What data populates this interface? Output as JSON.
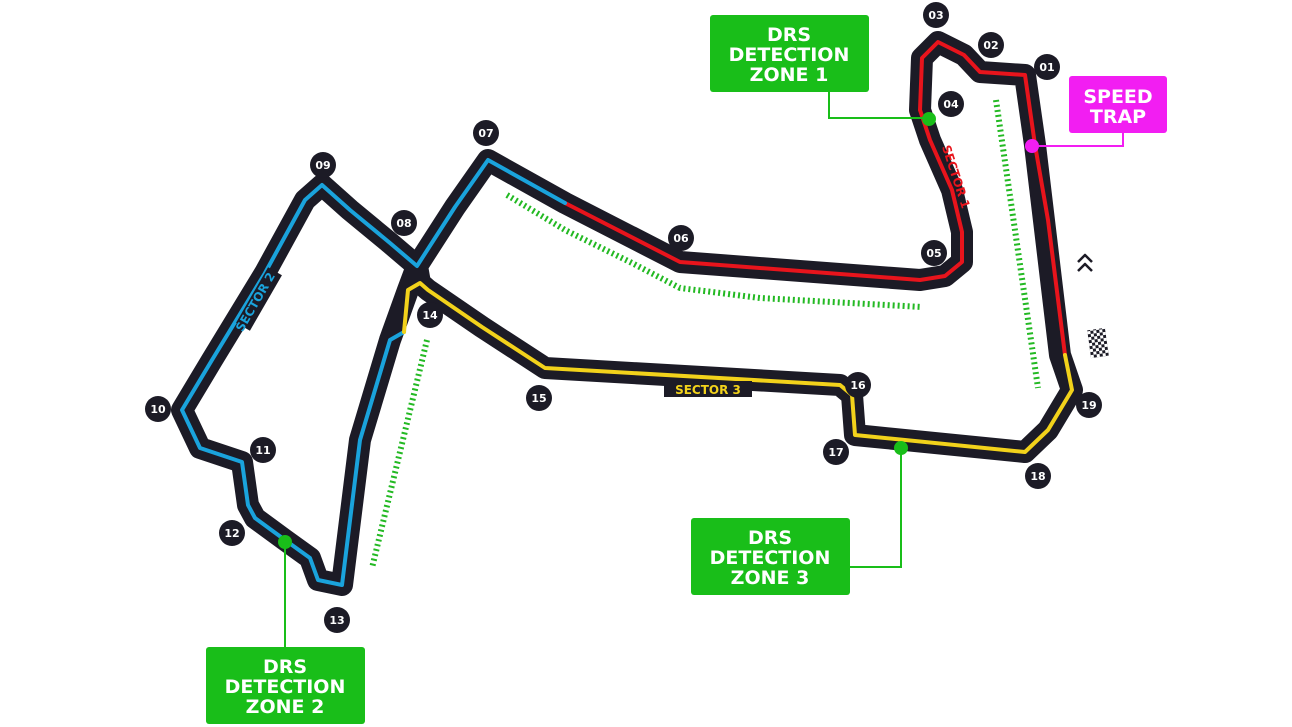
{
  "colors": {
    "track": "#1c1b26",
    "sector_1": "#e8141c",
    "sector_2": "#1aa3dc",
    "sector_3": "#f2d21b",
    "drs_zone": "#23b923",
    "drs_box": "#19be19",
    "speed_trap": "#f21ef2",
    "badge": "#1c1b26",
    "badge_text": "#ffffff"
  },
  "sectors": {
    "s1": "SECTOR 1",
    "s2": "SECTOR 2",
    "s3": "SECTOR 3"
  },
  "turns": [
    "01",
    "02",
    "03",
    "04",
    "05",
    "06",
    "07",
    "08",
    "09",
    "10",
    "11",
    "12",
    "13",
    "14",
    "15",
    "16",
    "17",
    "18",
    "19"
  ],
  "drs_detection": [
    {
      "line1": "DRS",
      "line2": "DETECTION",
      "line3": "ZONE 1"
    },
    {
      "line1": "DRS",
      "line2": "DETECTION",
      "line3": "ZONE 2"
    },
    {
      "line1": "DRS",
      "line2": "DETECTION",
      "line3": "ZONE 3"
    }
  ],
  "speed_trap": {
    "line1": "SPEED",
    "line2": "TRAP"
  },
  "icons": {
    "direction": "double-chevron-up-icon",
    "start_finish": "checkered-flag-icon"
  }
}
